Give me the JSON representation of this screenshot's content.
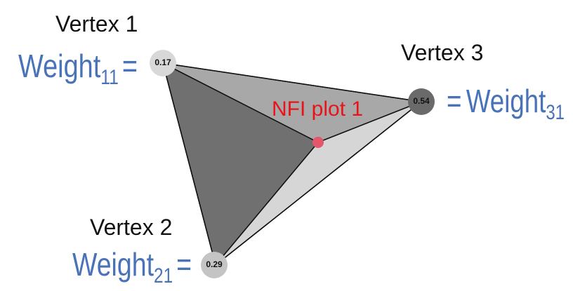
{
  "vertices": [
    {
      "label": "Vertex 1",
      "value": "0.17",
      "weight_name": "Weight",
      "weight_sub": "11",
      "node_color": "#d8d8d8"
    },
    {
      "label": "Vertex 2",
      "value": "0.29",
      "weight_name": "Weight",
      "weight_sub": "21",
      "node_color": "#c4c4c4"
    },
    {
      "label": "Vertex 3",
      "value": "0.54",
      "weight_name": "Weight",
      "weight_sub": "31",
      "node_color": "#6a6a6a"
    }
  ],
  "equals": "=",
  "nfi_point": {
    "label": "NFI plot 1",
    "color": "#e4566a",
    "label_color": "#e8141a"
  },
  "colors": {
    "weight_text": "#4a72b8",
    "region_v1_v2": "#707070",
    "region_v1_v3": "#a8a8a8",
    "region_v2_v3": "#d6d6d6",
    "edge": "#111111"
  }
}
